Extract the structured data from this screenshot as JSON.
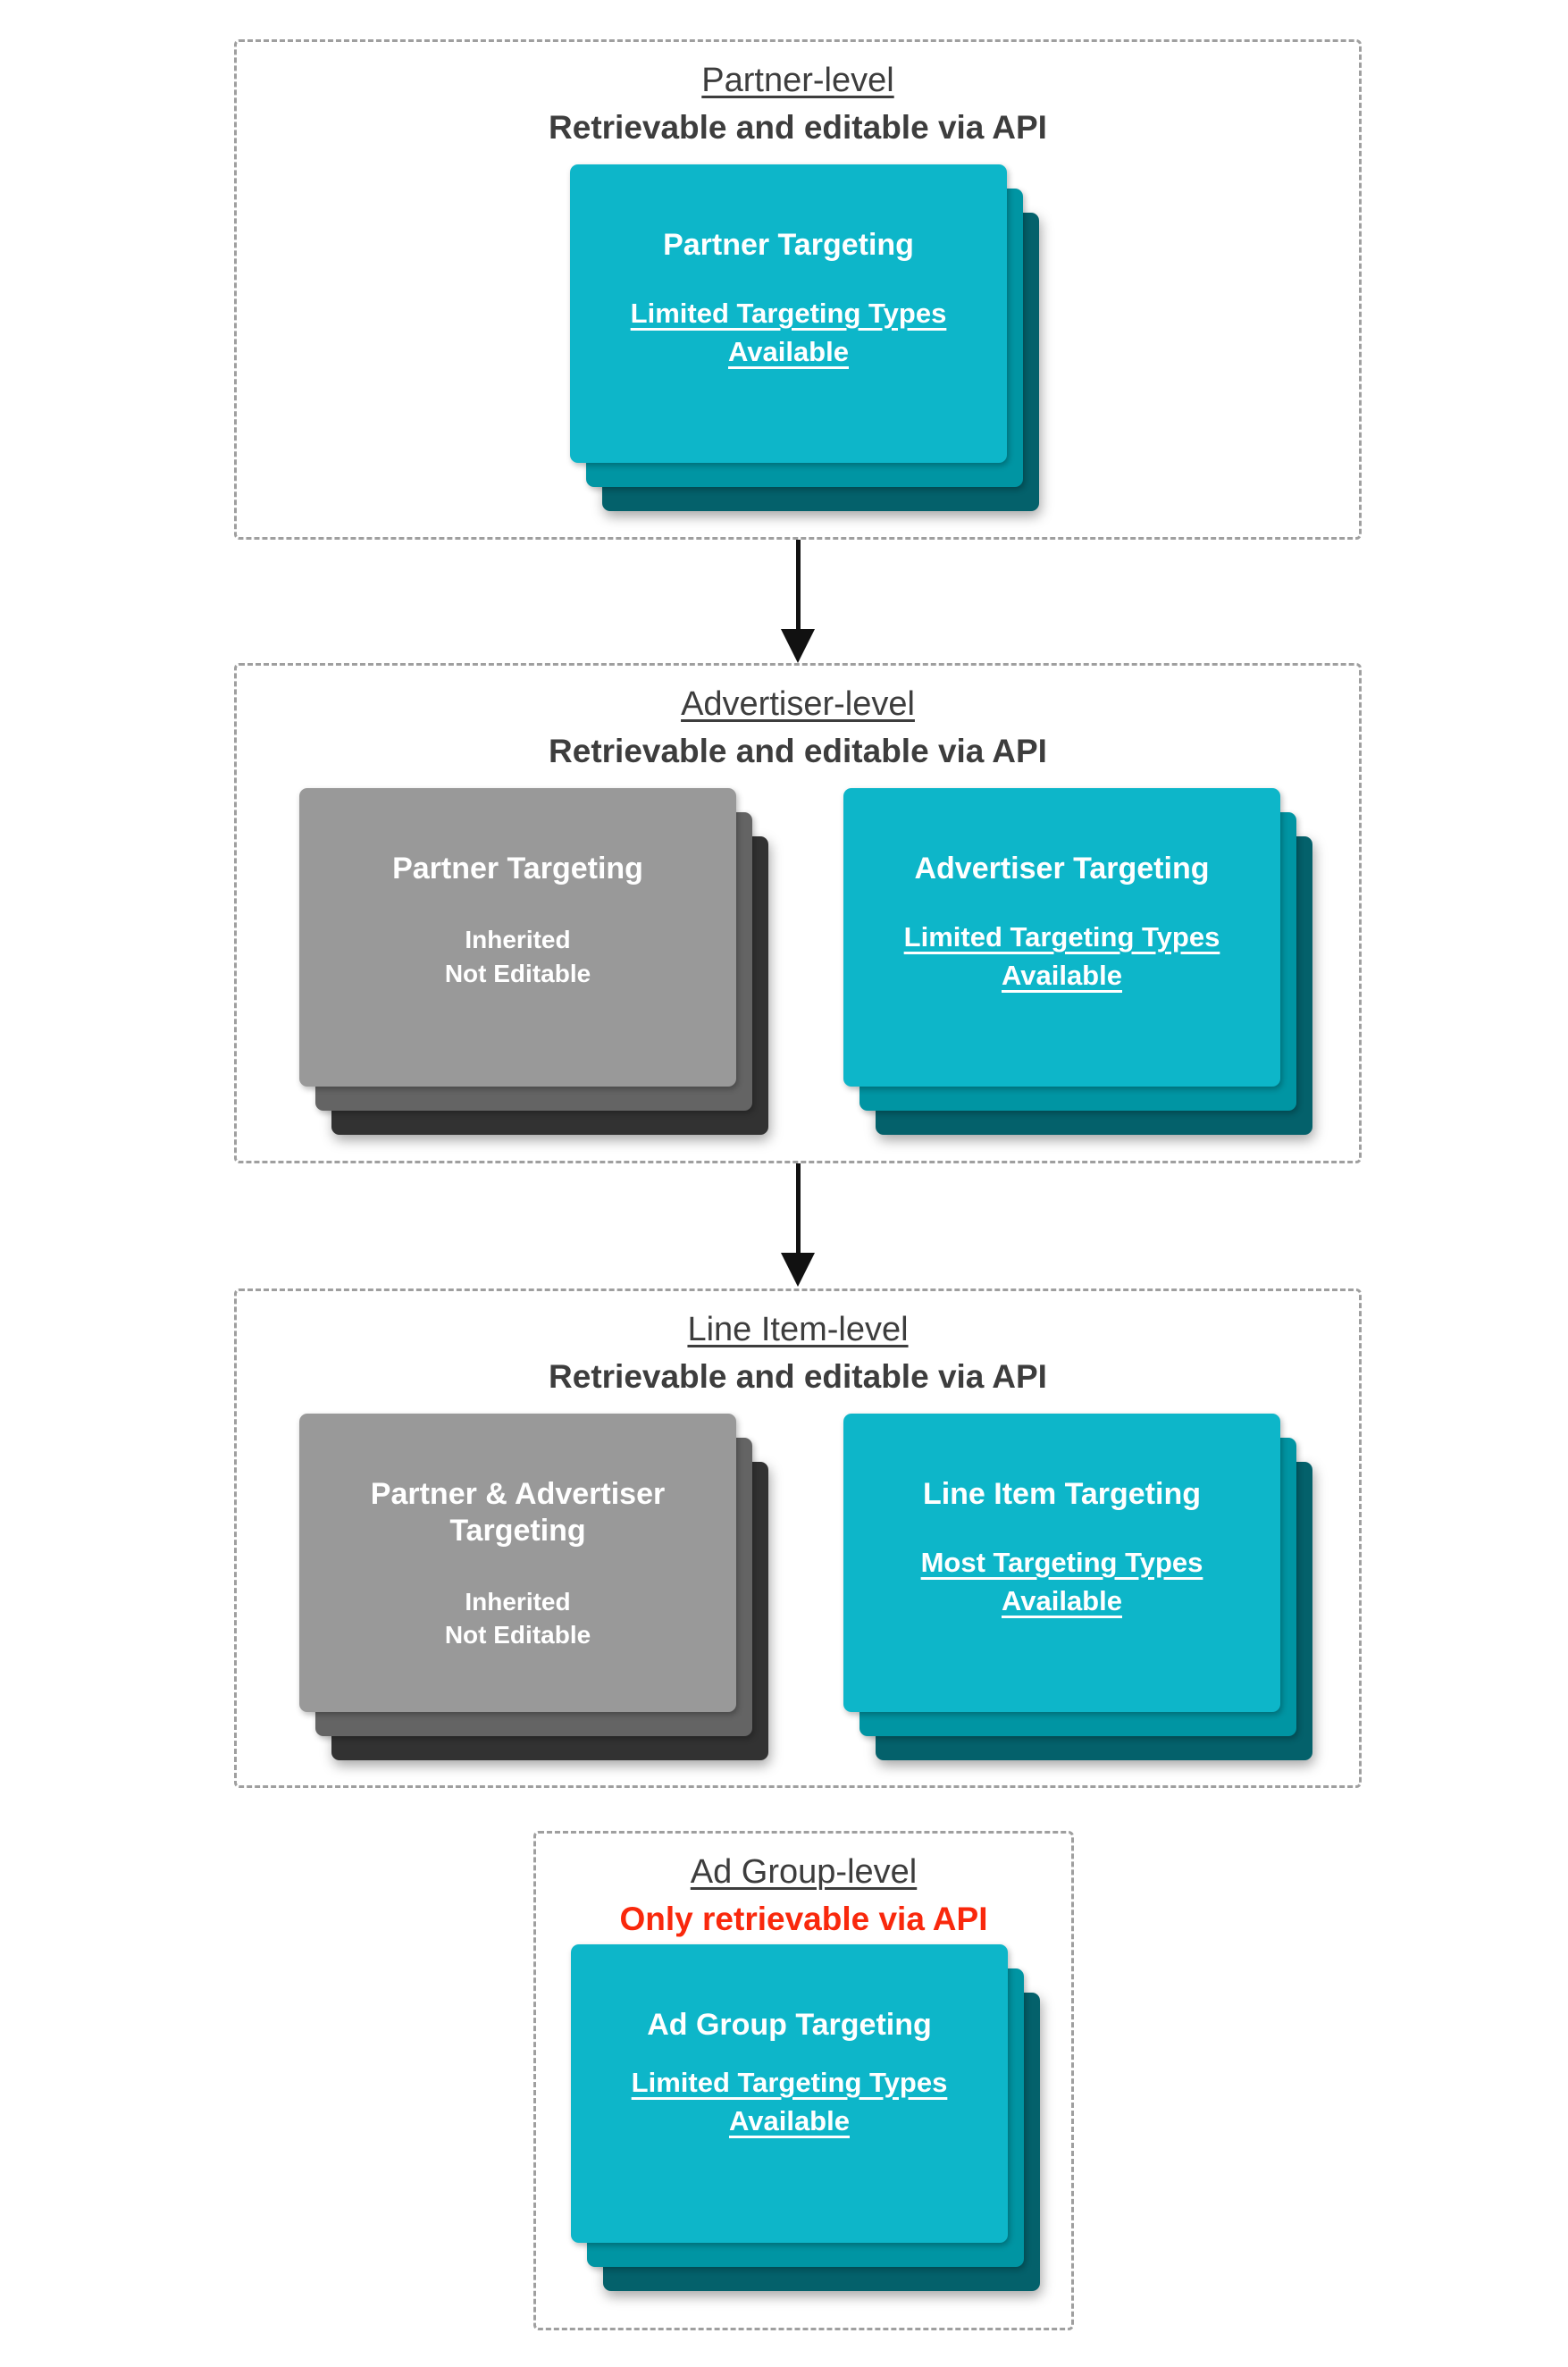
{
  "colors": {
    "teal_front": "#0db6c9",
    "teal_middle": "#0095a3",
    "teal_back": "#04616b",
    "gray_front": "#999999",
    "gray_middle": "#646464",
    "gray_back": "#323232",
    "heading_text": "#3d3d3d",
    "red_text": "#f9280c",
    "dashed_border": "#9f9f9f",
    "arrow": "#111111"
  },
  "sections": [
    {
      "title": "Partner-level",
      "subtitle": "Retrievable and editable via API",
      "cards": [
        {
          "variant": "teal",
          "title_lines": [
            "Partner Targeting"
          ],
          "sub_lines": [
            "Limited Targeting Types",
            "Available"
          ]
        }
      ]
    },
    {
      "title": "Advertiser-level",
      "subtitle": "Retrievable and editable via API",
      "cards": [
        {
          "variant": "gray",
          "title_lines": [
            "Partner Targeting"
          ],
          "body_lines": [
            "Inherited",
            "Not Editable"
          ]
        },
        {
          "variant": "teal",
          "title_lines": [
            "Advertiser Targeting"
          ],
          "sub_lines": [
            "Limited Targeting Types",
            "Available"
          ]
        }
      ]
    },
    {
      "title": "Line Item-level",
      "subtitle": "Retrievable and editable via API",
      "cards": [
        {
          "variant": "gray",
          "title_lines": [
            "Partner & Advertiser",
            "Targeting"
          ],
          "body_lines": [
            "Inherited",
            "Not Editable"
          ]
        },
        {
          "variant": "teal",
          "title_lines": [
            "Line Item Targeting"
          ],
          "sub_lines": [
            "Most Targeting Types",
            "Available"
          ]
        }
      ]
    },
    {
      "title": "Ad Group-level",
      "subtitle": "Only retrievable via API",
      "cards": [
        {
          "variant": "teal",
          "title_lines": [
            "Ad Group Targeting"
          ],
          "sub_lines": [
            "Limited Targeting Types",
            "Available"
          ]
        }
      ]
    }
  ]
}
